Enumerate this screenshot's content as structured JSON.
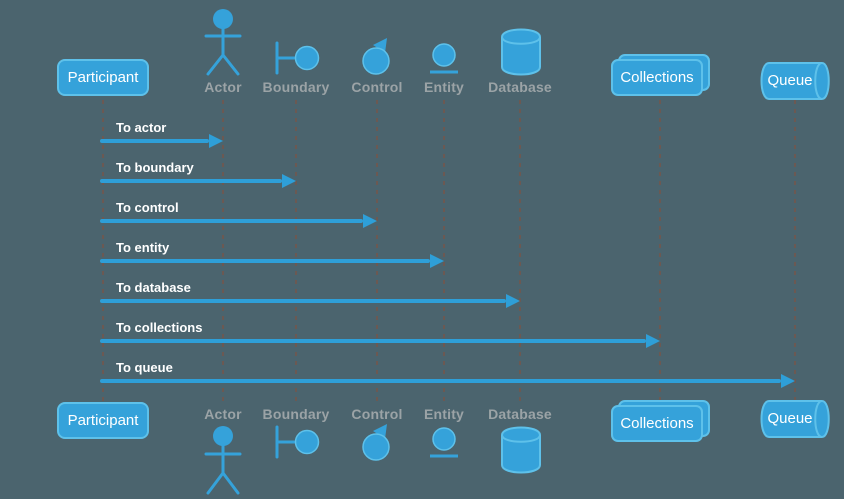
{
  "diagram": {
    "type": "uml-sequence",
    "colors": {
      "background": "#4b646e",
      "shape_fill": "#35a2da",
      "shape_border": "#5ec1ea",
      "arrow": "#2e9fd8",
      "name_label": "#9ba3a6",
      "message_text": "#ffffff",
      "lifeline": "#6b5953"
    },
    "participants": [
      {
        "name": "Participant",
        "type": "participant"
      },
      {
        "name": "Actor",
        "type": "actor"
      },
      {
        "name": "Boundary",
        "type": "boundary"
      },
      {
        "name": "Control",
        "type": "control"
      },
      {
        "name": "Entity",
        "type": "entity"
      },
      {
        "name": "Database",
        "type": "database"
      },
      {
        "name": "Collections",
        "type": "collections"
      },
      {
        "name": "Queue",
        "type": "queue"
      }
    ],
    "messages": [
      {
        "label": "To actor",
        "from": "Participant",
        "to": "Actor"
      },
      {
        "label": "To boundary",
        "from": "Participant",
        "to": "Boundary"
      },
      {
        "label": "To control",
        "from": "Participant",
        "to": "Control"
      },
      {
        "label": "To entity",
        "from": "Participant",
        "to": "Entity"
      },
      {
        "label": "To database",
        "from": "Participant",
        "to": "Database"
      },
      {
        "label": "To collections",
        "from": "Participant",
        "to": "Collections"
      },
      {
        "label": "To queue",
        "from": "Participant",
        "to": "Queue"
      }
    ]
  }
}
